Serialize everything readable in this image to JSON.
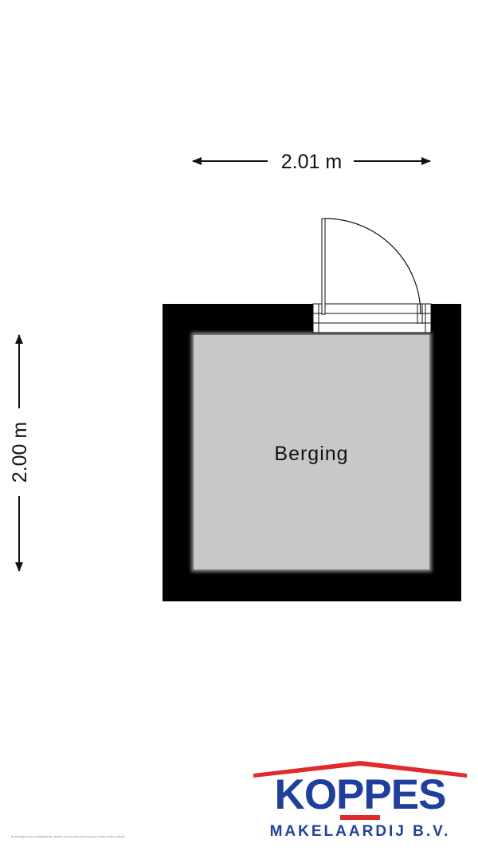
{
  "plan": {
    "width_dimension": "2.01 m",
    "height_dimension": "2.00 m",
    "room_name": "Berging"
  },
  "logo": {
    "name": "KOPPES",
    "subtitle": "MAKELAARDIJ B.V.",
    "colors": {
      "text": "#1f3f9e",
      "roof": "#e12b2b"
    }
  },
  "disclaimer": "De afmetingen in deze plattegrond zijn indicatief; aan deze tekening kunnen geen rechten worden ontleend.",
  "colors": {
    "wall": "#000000",
    "floor": "#c8c8c8",
    "background": "#ffffff"
  }
}
